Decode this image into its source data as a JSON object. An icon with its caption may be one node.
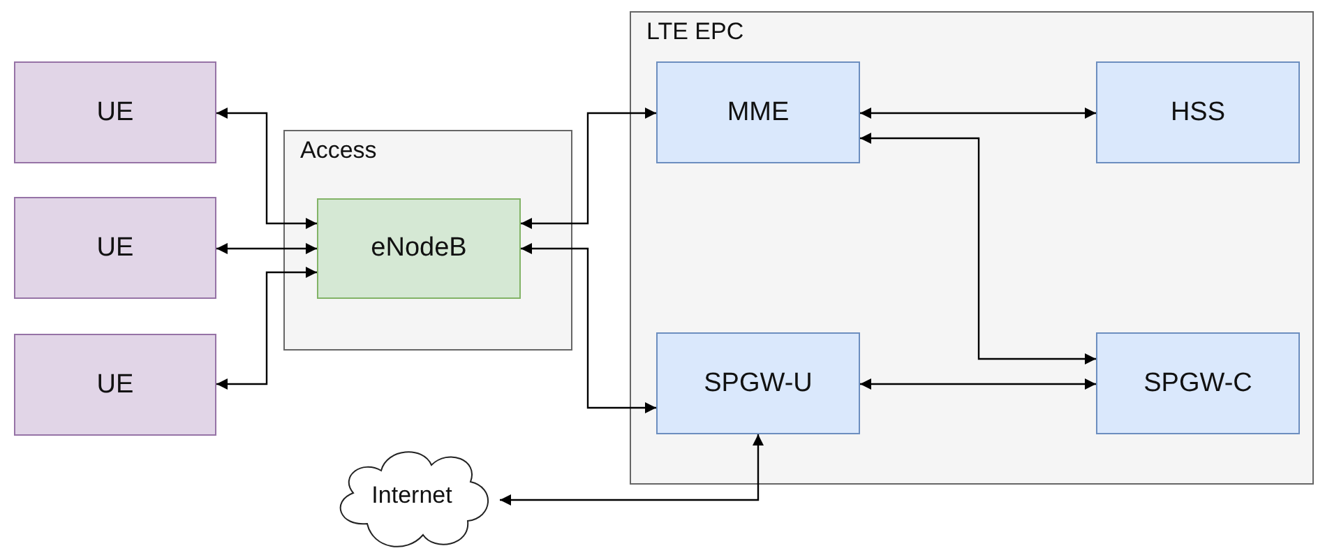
{
  "diagram": {
    "nodes": [
      {
        "text": [
          "UE"
        ]
      },
      {
        "text": [
          "UE"
        ]
      },
      {
        "text": [
          "UE"
        ]
      },
      {
        "text": [
          "Access"
        ]
      },
      {
        "text": [
          "eNodeB"
        ],
        "in": 3
      },
      {
        "text": [
          "LTE EPC"
        ]
      },
      {
        "text": [
          "MME"
        ],
        "in": 5
      },
      {
        "text": [
          "HSS"
        ],
        "in": 5
      },
      {
        "text": [
          "SPGW-U"
        ],
        "in": 5
      },
      {
        "text": [
          "SPGW-C"
        ],
        "in": 5
      },
      {
        "text": [
          "Internet"
        ]
      }
    ],
    "edges": [
      {
        "from": 0,
        "to": 4,
        "arrow": "both"
      },
      {
        "from": 1,
        "to": 4,
        "arrow": "both"
      },
      {
        "from": 2,
        "to": 4,
        "arrow": "both"
      },
      {
        "from": 4,
        "to": 6,
        "arrow": "both"
      },
      {
        "from": 4,
        "to": 8,
        "arrow": "both"
      },
      {
        "from": 6,
        "to": 7,
        "arrow": "both"
      },
      {
        "from": 6,
        "to": 9,
        "arrow": "both"
      },
      {
        "from": 8,
        "to": 9,
        "arrow": "both"
      },
      {
        "from": 10,
        "to": 8,
        "arrow": "both"
      }
    ]
  }
}
